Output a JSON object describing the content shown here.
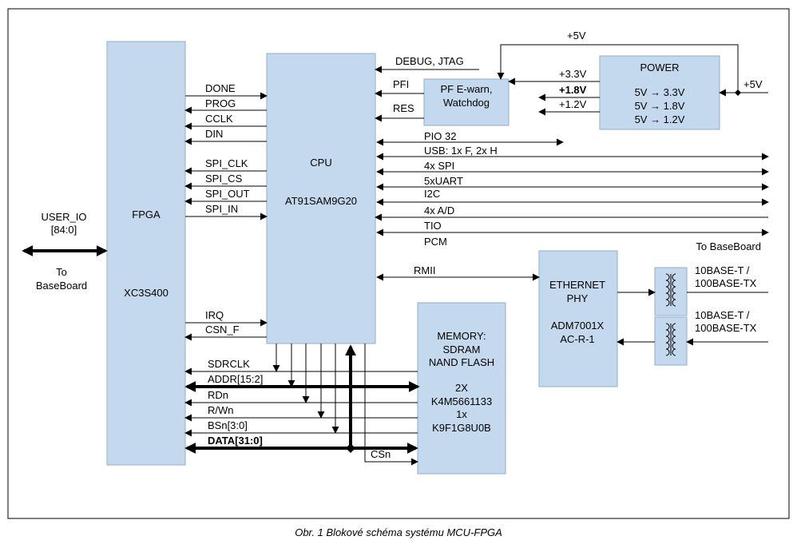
{
  "blocks": {
    "fpga": {
      "title": "FPGA",
      "part": "XC3S400"
    },
    "cpu": {
      "title": "CPU",
      "part": "AT91SAM9G20"
    },
    "pf": {
      "line1": "PF E-warn,",
      "line2": "Watchdog"
    },
    "power": {
      "title": "POWER",
      "l1": "5V → 3.3V",
      "l2": "5V → 1.8V",
      "l3": "5V → 1.2V"
    },
    "memory": {
      "l1": "MEMORY:",
      "l2": "SDRAM",
      "l3": "NAND FLASH",
      "l4": "2X",
      "l5": "K4M5661133",
      "l6": "1x",
      "l7": "K9F1G8U0B"
    },
    "eth": {
      "l1": "ETHERNET",
      "l2": "PHY",
      "l3": "ADM7001X",
      "l4": "AC-R-1"
    }
  },
  "signals": {
    "fpga_cpu": [
      "DONE",
      "PROG",
      "CCLK",
      "DIN",
      "SPI_CLK",
      "SPI_CS",
      "SPI_OUT",
      "SPI_IN",
      "IRQ",
      "CSN_F"
    ],
    "mem_bus": [
      "SDRCLK",
      "ADDR[15:2]",
      "RDn",
      "R/Wn",
      "BSn[3:0]",
      "DATA[31:0]"
    ],
    "csn": "CSn",
    "debug": "DEBUG, JTAG",
    "pfi": "PFI",
    "res": "RES",
    "pio": "PIO 32",
    "periph": [
      "USB: 1x F, 2x H",
      "4x SPI",
      "5xUART",
      "I2C",
      "4x A/D",
      "TIO",
      "PCM"
    ],
    "rmii": "RMII",
    "v33": "+3.3V",
    "v18": "+1.8V",
    "v12": "+1.2V",
    "p5v_top": "+5V",
    "p5v_right": "+5V"
  },
  "labels": {
    "user_io_1": "USER_IO",
    "user_io_2": "[84:0]",
    "to_bb_1": "To",
    "to_bb_2": "BaseBoard",
    "to_baseboard": "To BaseBoard",
    "eth1_a": "10BASE-T /",
    "eth1_b": "100BASE-TX",
    "eth2_a": "10BASE-T /",
    "eth2_b": "100BASE-TX"
  },
  "caption": "Obr. 1  Blokové schéma systému MCU-FPGA"
}
